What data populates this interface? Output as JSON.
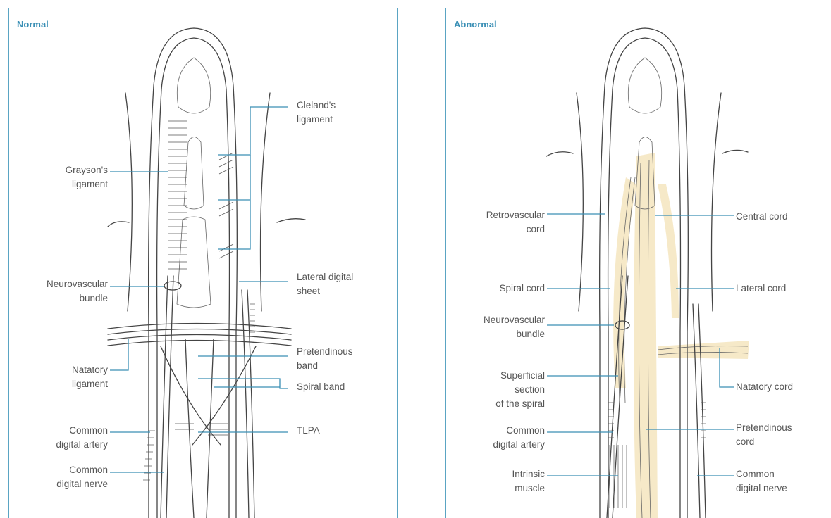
{
  "panels": {
    "normal": {
      "title": "Normal",
      "labels": {
        "clelands": "Cleland's\nligament",
        "graysons": "Grayson's\nligament",
        "neurovascular": "Neurovascular\nbundle",
        "lateral_sheet": "Lateral digital\nsheet",
        "pretendinous_band": "Pretendinous\nband",
        "natatory_ligament": "Natatory\nligament",
        "spiral_band": "Spiral band",
        "artery": "Common\ndigital artery",
        "tlpa": "TLPA",
        "nerve": "Common\ndigital nerve"
      }
    },
    "abnormal": {
      "title": "Abnormal",
      "labels": {
        "retrovascular": "Retrovascular\ncord",
        "central_cord": "Central cord",
        "spiral_cord": "Spiral cord",
        "lateral_cord": "Lateral cord",
        "neurovascular": "Neurovascular\nbundle",
        "superficial": "Superficial\nsection\nof the spiral",
        "natatory_cord": "Natatory cord",
        "artery": "Common\ndigital artery",
        "pretendinous_cord": "Pretendinous\ncord",
        "intrinsic": "Intrinsic\nmuscle",
        "nerve": "Common\ndigital nerve"
      }
    }
  },
  "colors": {
    "frame": "#5aa4c3",
    "title": "#3a8fb5",
    "leader": "#3a8fb5",
    "cord_fill": "#f6e9c8",
    "label_text": "#555555"
  }
}
